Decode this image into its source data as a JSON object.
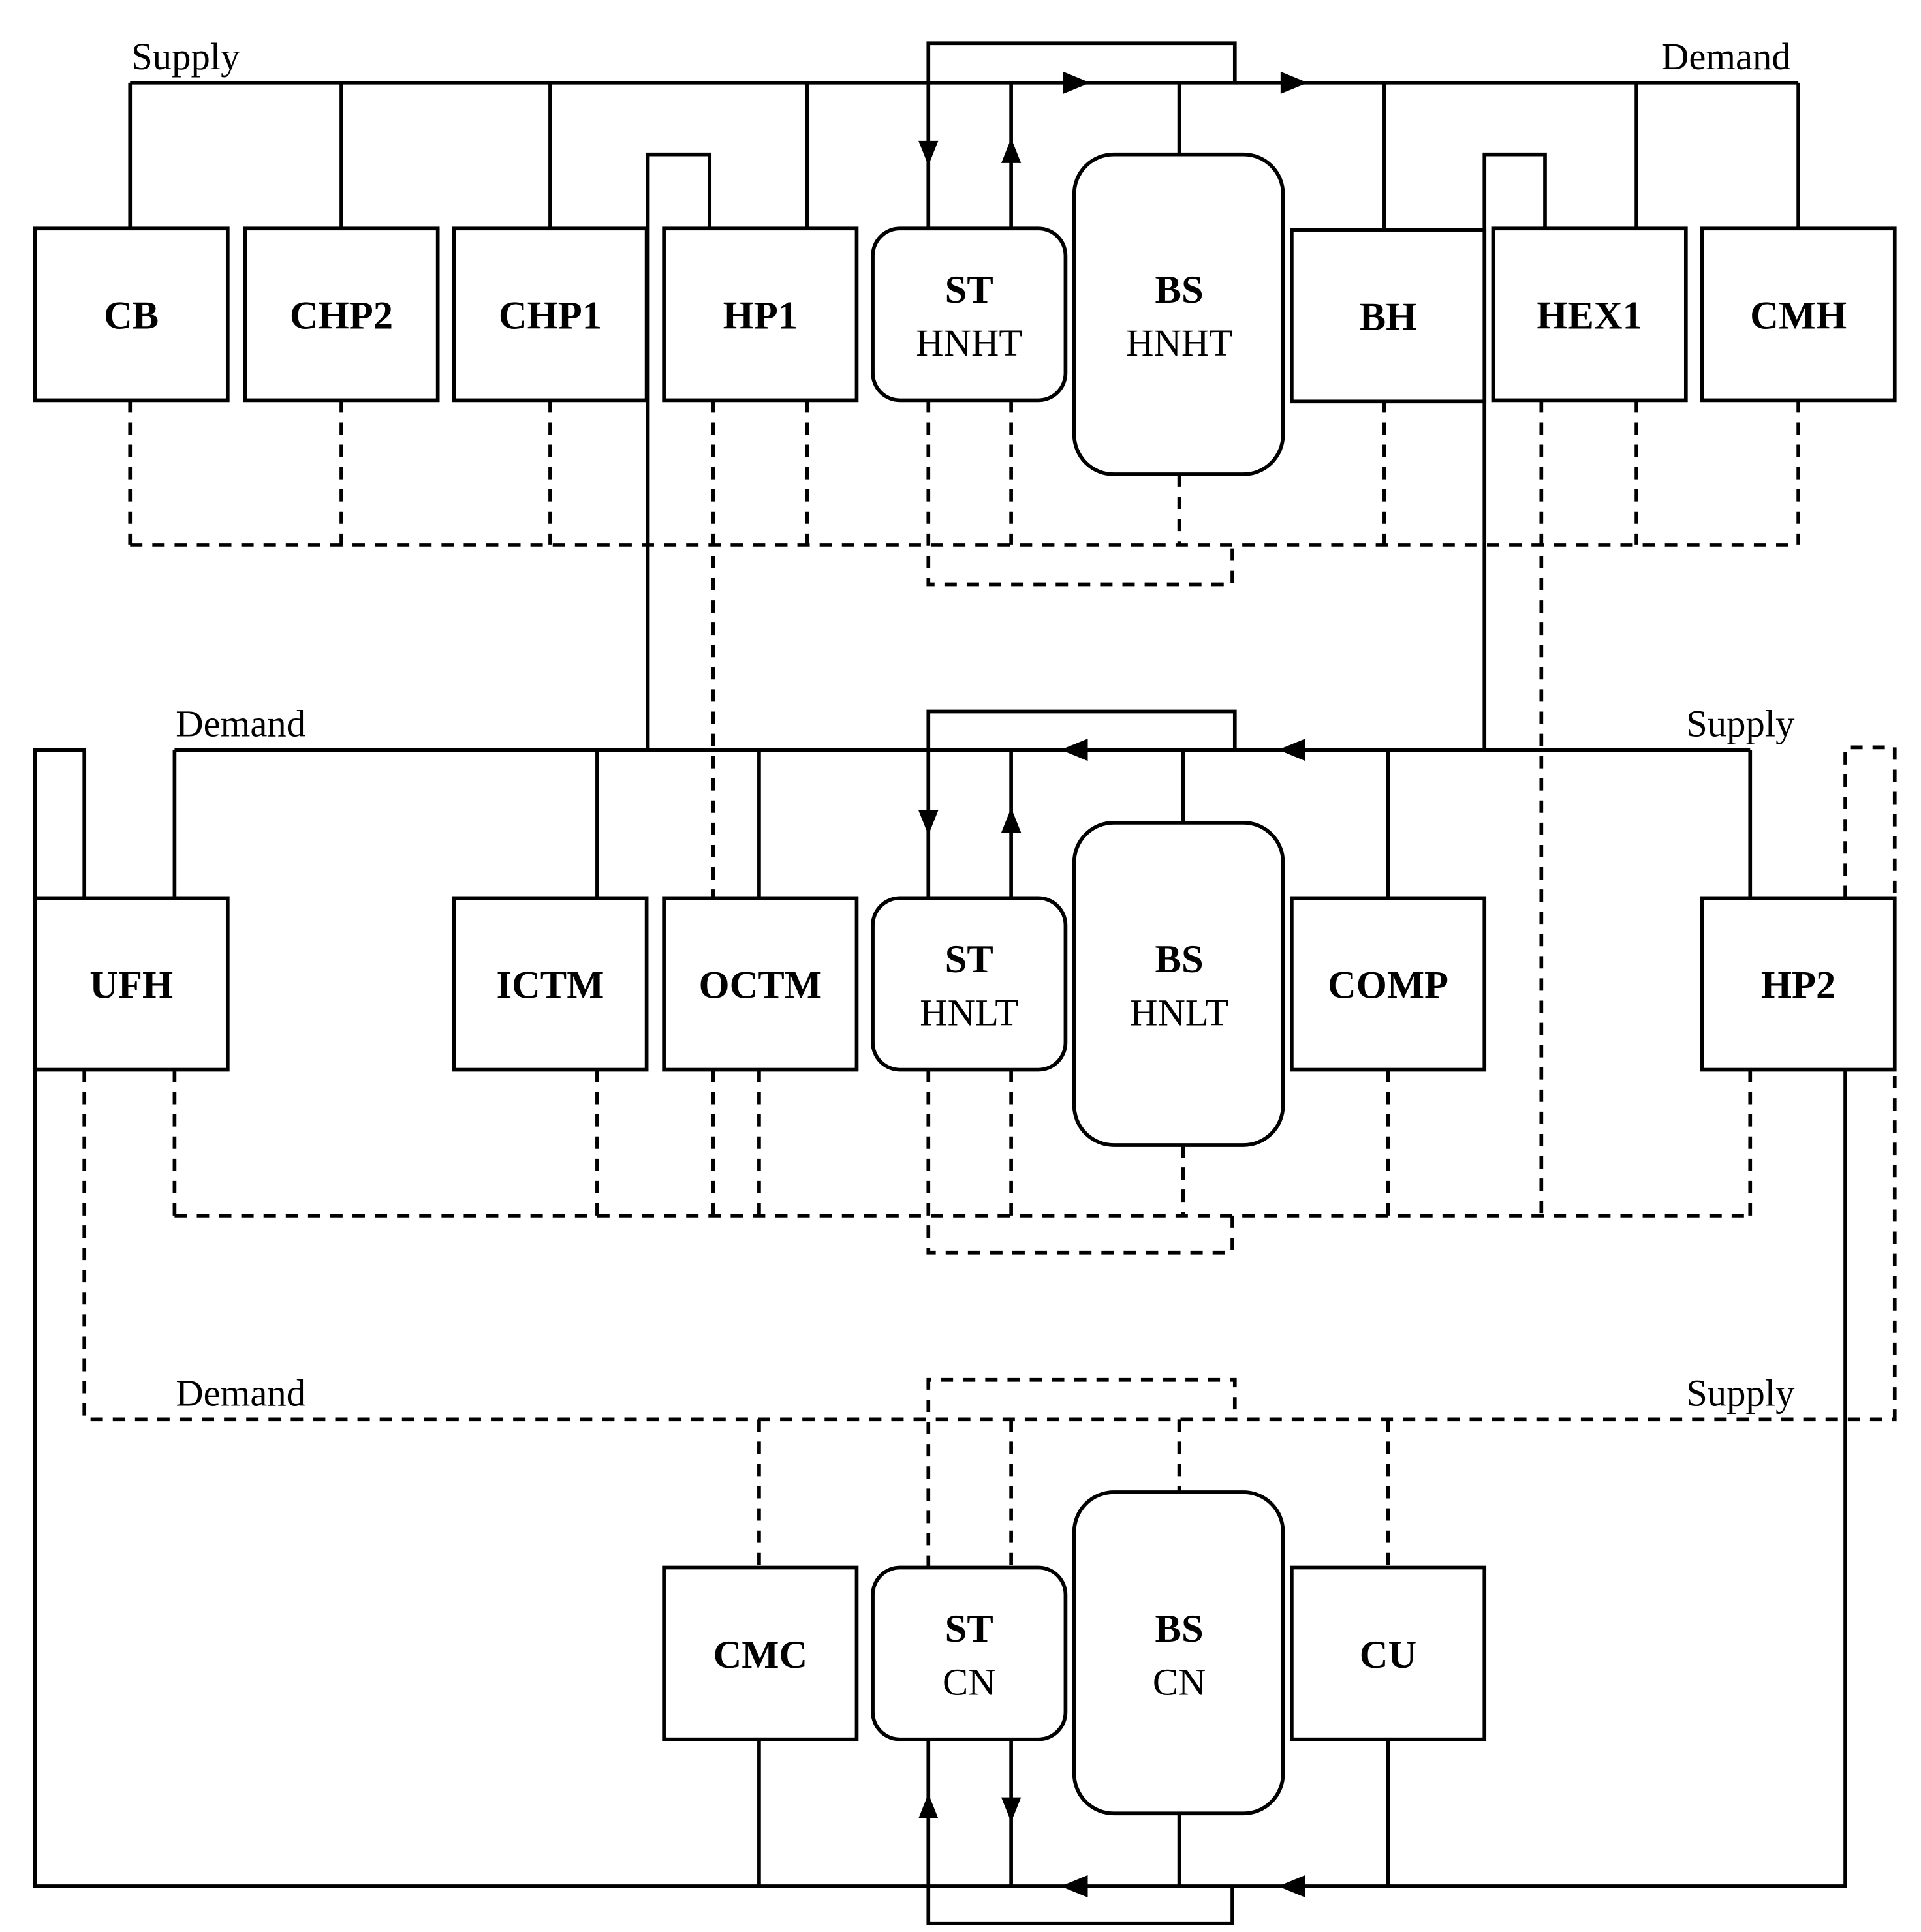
{
  "hnht": {
    "supply_label": "Supply",
    "demand_label": "Demand",
    "units": {
      "cb": "CB",
      "chp2": "CHP2",
      "chp1": "CHP1",
      "hp1": "HP1",
      "st_title": "ST",
      "st_sub": "HNHT",
      "bs_title": "BS",
      "bs_sub": "HNHT",
      "bh": "BH",
      "hex1": "HEX1",
      "cmh": "CMH"
    }
  },
  "hnlt": {
    "demand_label": "Demand",
    "supply_label": "Supply",
    "units": {
      "ufh": "UFH",
      "ictm": "ICTM",
      "octm": "OCTM",
      "st_title": "ST",
      "st_sub": "HNLT",
      "bs_title": "BS",
      "bs_sub": "HNLT",
      "comp": "COMP",
      "hp2": "HP2"
    }
  },
  "cn": {
    "demand_label": "Demand",
    "supply_label": "Supply",
    "units": {
      "cmc": "CMC",
      "st_title": "ST",
      "st_sub": "CN",
      "bs_title": "BS",
      "bs_sub": "CN",
      "cu": "CU"
    }
  },
  "colors": {
    "line": "#000000",
    "background": "#ffffff"
  }
}
